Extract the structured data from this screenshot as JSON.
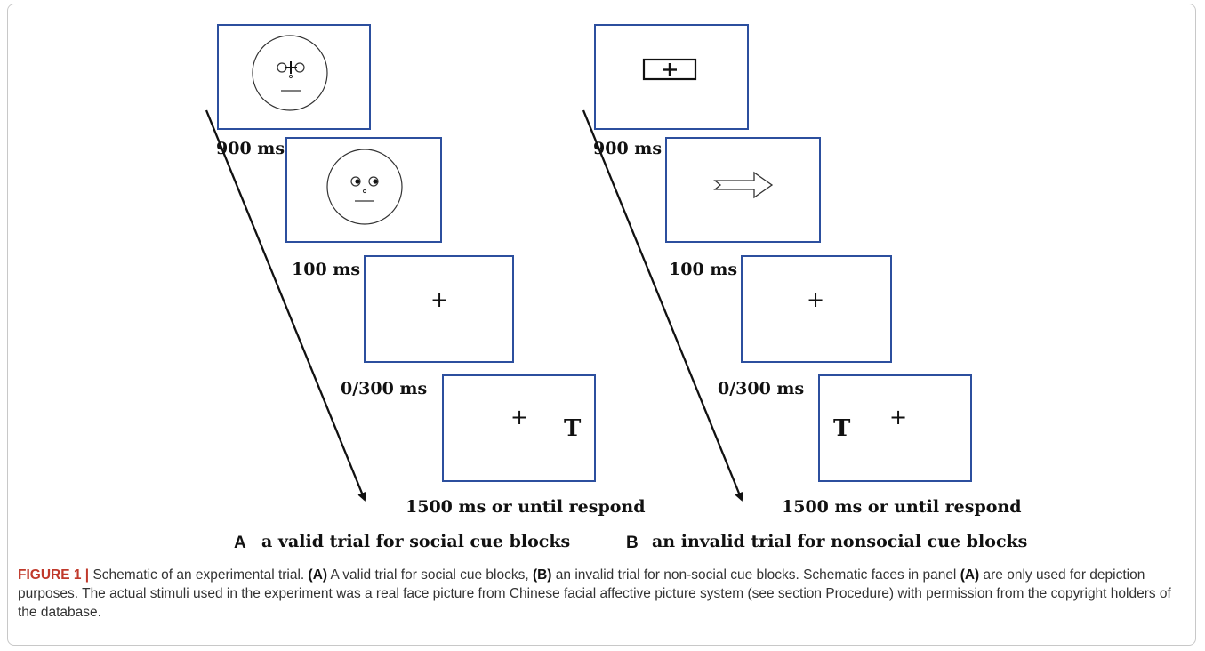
{
  "panel_a": {
    "letter": "A",
    "title": "a valid trial for social cue blocks",
    "durations": [
      "900 ms",
      "100 ms",
      "0/300 ms",
      "1500 ms or until respond"
    ],
    "fixation_symbol": "+",
    "target_symbol": "T"
  },
  "panel_b": {
    "letter": "B",
    "title": "an invalid trial for nonsocial cue blocks",
    "durations": [
      "900 ms",
      "100 ms",
      "0/300 ms",
      "1500 ms or until respond"
    ],
    "fixation_symbol": "+",
    "target_symbol": "T"
  },
  "caption": {
    "label": "FIGURE 1 |",
    "segments": [
      {
        "text": " Schematic of an experimental trial. ",
        "bold": false
      },
      {
        "text": "(A)",
        "bold": true
      },
      {
        "text": " A valid trial for social cue blocks, ",
        "bold": false
      },
      {
        "text": "(B)",
        "bold": true
      },
      {
        "text": " an invalid trial for non-social cue blocks. Schematic faces in panel ",
        "bold": false
      },
      {
        "text": "(A)",
        "bold": true
      },
      {
        "text": " are only used for depiction purposes. The actual stimuli used in the experiment was a real face picture from Chinese facial affective picture system (see section Procedure) with permission from the copyright holders of the database.",
        "bold": false
      }
    ]
  },
  "colors": {
    "screen_border": "#2c4f9e",
    "caption_label": "#c0392b",
    "text": "#111111"
  },
  "icons": [
    "face-neutral-icon",
    "face-gaze-right-icon",
    "fixation-box-icon",
    "arrow-right-icon",
    "timeline-arrow-icon"
  ]
}
